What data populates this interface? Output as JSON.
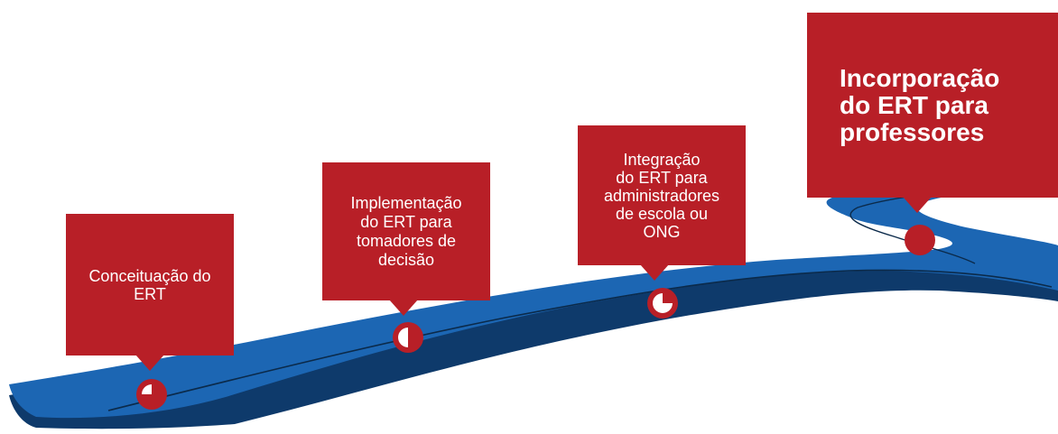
{
  "milestones": [
    {
      "label": "Conceituação do\nERT",
      "progress": 0.75
    },
    {
      "label": "Implementação\ndo ERT para\ntomadores de\ndecisão",
      "progress": 0.5
    },
    {
      "label": "Integração\ndo ERT para\nadministradores\nde escola ou\nONG",
      "progress": 0.25
    },
    {
      "label": "Incorporação\ndo ERT para\nprofessores",
      "progress": 1.0
    }
  ],
  "colors": {
    "road_top": "#1c66b3",
    "road_side": "#0e3a6b",
    "road_line": "#0b2a4a",
    "callout": "#b81f27",
    "marker_fill": "#ffffff"
  }
}
